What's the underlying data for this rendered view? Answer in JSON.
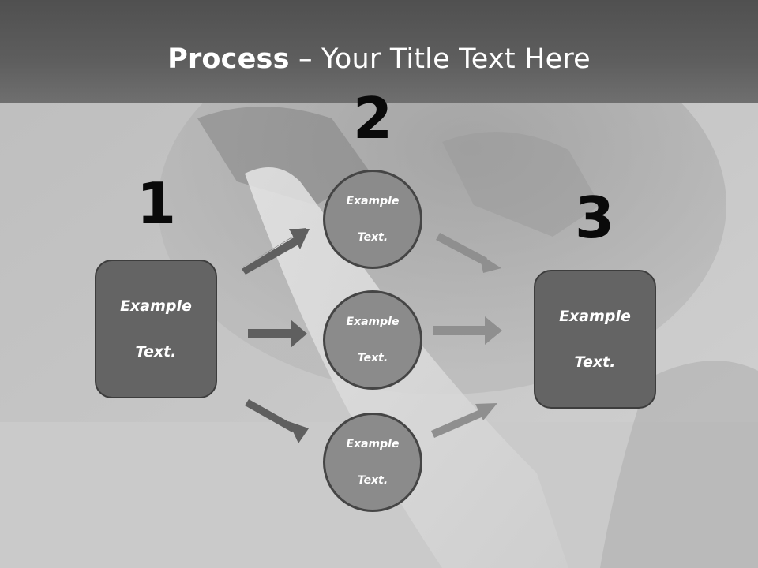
{
  "title": {
    "bold": "Process",
    "rest": " – Your Title Text Here"
  },
  "steps": {
    "one": "1",
    "two": "2",
    "three": "3"
  },
  "left_box": {
    "line1": "Example",
    "line2": "Text."
  },
  "right_box": {
    "line1": "Example",
    "line2": "Text."
  },
  "circles": [
    {
      "line1": "Example",
      "line2": "Text."
    },
    {
      "line1": "Example",
      "line2": "Text."
    },
    {
      "line1": "Example",
      "line2": "Text."
    }
  ],
  "colors": {
    "title_band": "#5a5a5a",
    "box_fill": "#646464",
    "circle_fill": "#8b8b8b",
    "arrow_dark": "#5f5f5f",
    "arrow_light": "#8f8f8f"
  }
}
